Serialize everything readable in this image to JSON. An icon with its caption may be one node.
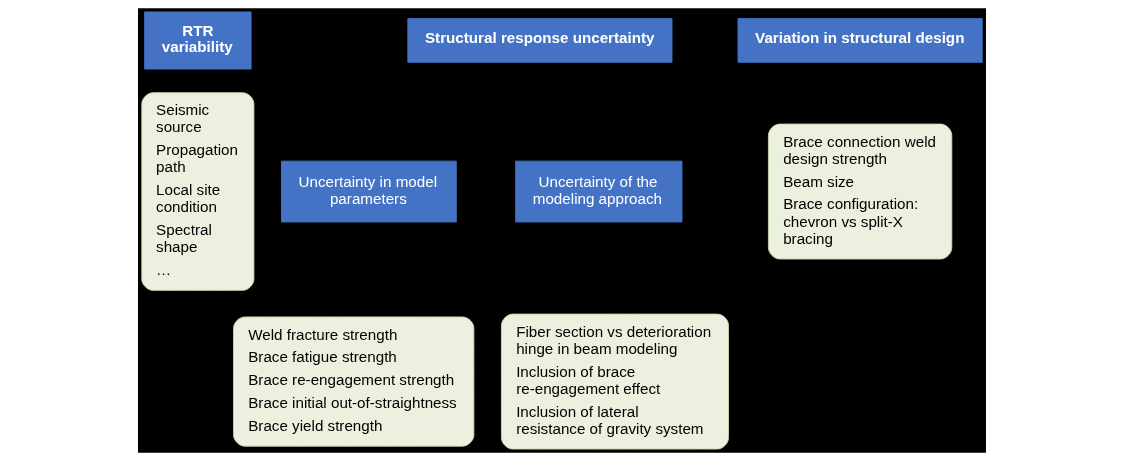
{
  "diagram": {
    "nodes": [
      {
        "text": [
          "RTR variability"
        ]
      },
      {
        "text": [
          "Structural response uncertainty"
        ]
      },
      {
        "text": [
          "Variation in structural design"
        ]
      },
      {
        "text": [
          "Seismic source",
          "Propagation path",
          "Local site condition",
          "Spectral shape",
          "…"
        ]
      },
      {
        "text": [
          "Uncertainty in model parameters"
        ]
      },
      {
        "text": [
          "Uncertainty of the modeling approach"
        ]
      },
      {
        "text": [
          "Brace connection weld design strength",
          "Beam size",
          "Brace configuration: chevron vs split-X bracing"
        ]
      },
      {
        "text": [
          "Weld fracture strength",
          "Brace fatigue strength",
          "Brace re-engagement strength",
          "Brace initial out-of-straightness",
          "Brace yield strength"
        ]
      },
      {
        "text": [
          "Fiber section vs deterioration hinge in beam modeling",
          "Inclusion of brace re-engagement effect",
          "Inclusion of lateral resistance of gravity system"
        ]
      }
    ]
  }
}
